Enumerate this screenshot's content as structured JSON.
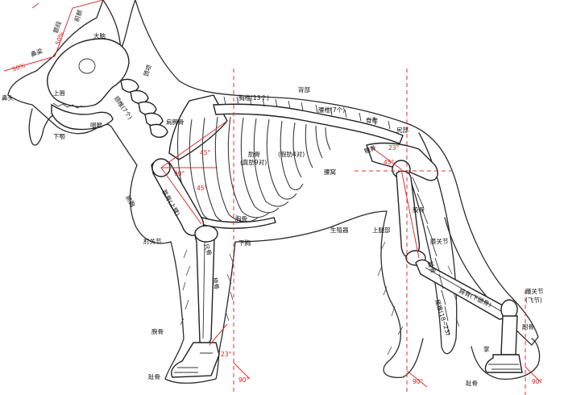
{
  "labels": {
    "nose_tip": "鼻头",
    "nose_bridge": "鼻梁",
    "forehead": "额段",
    "frontal": "前额",
    "pct_nose": "50%",
    "pct_forehead": "50%",
    "cerebrum": "大脑",
    "upper_lip": "上唇",
    "lower_jaw": "下颚",
    "throat": "咽喉",
    "neck_top": "颈项",
    "cervical": "颈椎(7个)",
    "scapula": "肩胛骨",
    "humerus": "肱骨(上臂)",
    "forechest": "前胸",
    "elbow": "肘关节",
    "ulna": "尺骨",
    "radius": "桡骨",
    "carpal": "腕骨",
    "toe_front": "趾骨",
    "thoracic": "胸椎(13个)",
    "back": "背部",
    "lumbar": "腰椎(7个)",
    "spine": "脊椎",
    "croup": "尻部",
    "pelvis": "髋骨",
    "rib_true": "肋骨",
    "rib_true_sub": "(真肋9对)",
    "rib_false": "(假肋4对)",
    "flank": "腰窝",
    "sternum": "胸骨",
    "lower_chest": "下胸",
    "sheath": "生殖器",
    "thigh": "上腿部",
    "femur": "股骨",
    "stifle": "膝关节",
    "tibia": "胫骨",
    "fibula": "腓骨(下腿骨)",
    "tail": "尾椎(18~23)",
    "hock": "踵关节",
    "hock_sub": "(飞节)",
    "metatarsal": "跗骨",
    "toe_rear": "趾骨",
    "hind_foot": "掌",
    "angle_45_a": "45°",
    "angle_90": "90°",
    "angle_45_b": "45°",
    "angle_45_hip": "45°",
    "angle_23_hip": "23°",
    "angle_23_foot": "23°",
    "angle_90_front": "90°",
    "angle_90_mid": "90°",
    "angle_90_rear": "90°"
  },
  "colors": {
    "guide": "#e03030",
    "ink": "#222222",
    "background": "#ffffff"
  }
}
